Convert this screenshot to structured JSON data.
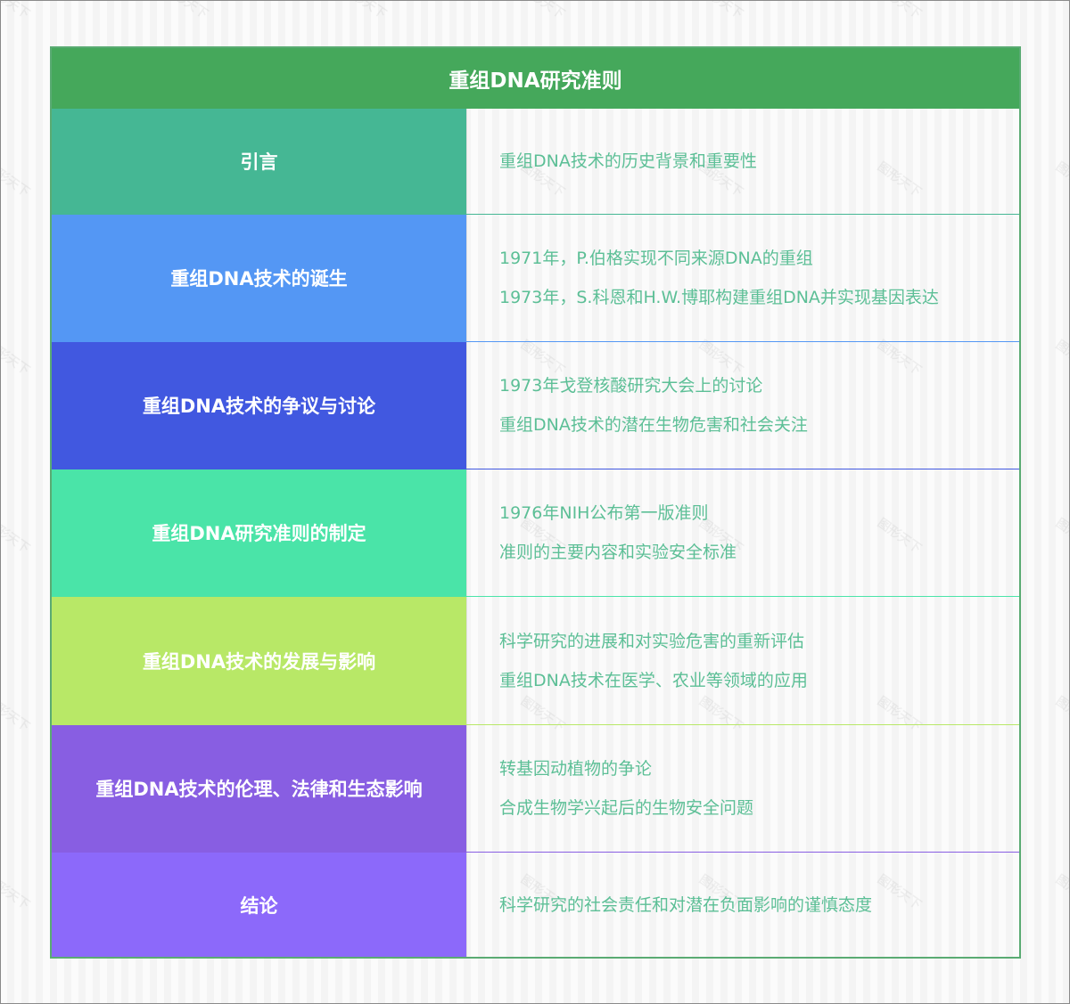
{
  "title": "重组DNA研究准则",
  "colors": {
    "header": "#45a85b",
    "border": "#5aab73",
    "detail_text": "#5cbf96"
  },
  "watermark": "图形天下",
  "rows": [
    {
      "label": "引言",
      "color": "#45b794",
      "height": 119,
      "items": [
        "重组DNA技术的历史背景和重要性"
      ]
    },
    {
      "label": "重组DNA技术的诞生",
      "color": "#5497f4",
      "height": 143,
      "items": [
        "1971年，P.伯格实现不同来源DNA的重组",
        "1973年，S.科恩和H.W.博耶构建重组DNA并实现基因表达"
      ]
    },
    {
      "label": "重组DNA技术的争议与讨论",
      "color": "#4158e0",
      "height": 143,
      "items": [
        "1973年戈登核酸研究大会上的讨论",
        "重组DNA技术的潜在生物危害和社会关注"
      ]
    },
    {
      "label": "重组DNA研究准则的制定",
      "color": "#4ae4a8",
      "height": 143,
      "items": [
        "1976年NIH公布第一版准则",
        "准则的主要内容和实验安全标准"
      ]
    },
    {
      "label": "重组DNA技术的发展与影响",
      "color": "#b8e867",
      "height": 144,
      "items": [
        "科学研究的进展和对实验危害的重新评估",
        "重组DNA技术在医学、农业等领域的应用"
      ]
    },
    {
      "label": "重组DNA技术的伦理、法律和生态影响",
      "color": "#885ee2",
      "height": 143,
      "items": [
        "转基因动植物的争论",
        "合成生物学兴起后的生物安全问题"
      ]
    },
    {
      "label": "结论",
      "color": "#8c69fa",
      "height": 117,
      "items": [
        "科学研究的社会责任和对潜在负面影响的谨慎态度"
      ]
    }
  ]
}
